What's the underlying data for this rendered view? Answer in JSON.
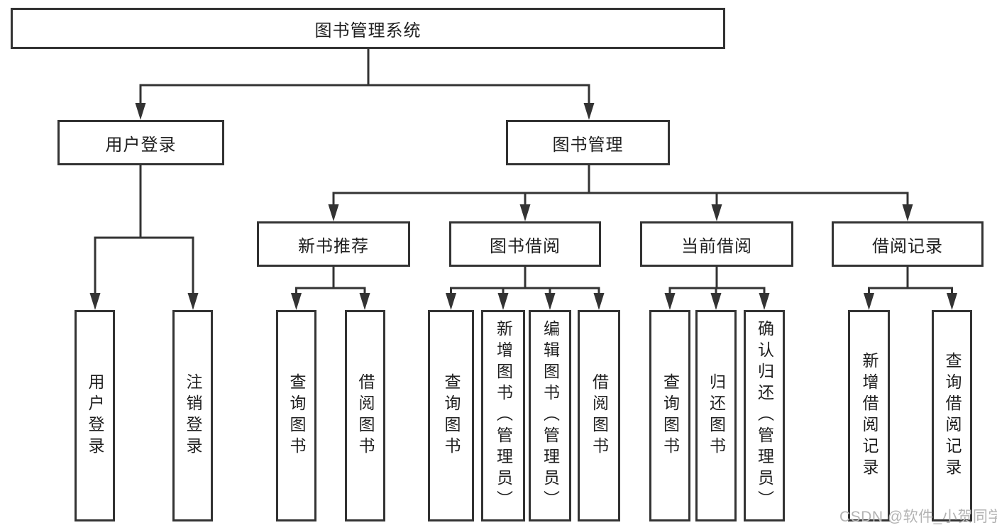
{
  "tree": {
    "root": "图书管理系统",
    "branches": [
      {
        "label": "用户登录",
        "leaves": [
          "用户登录",
          "注销登录"
        ]
      },
      {
        "label": "图书管理",
        "groups": [
          {
            "label": "新书推荐",
            "leaves": [
              "查询图书",
              "借阅图书"
            ]
          },
          {
            "label": "图书借阅",
            "leaves": [
              "查询图书",
              "新增图书（管理员）",
              "编辑图书（管理员）",
              "借阅图书"
            ]
          },
          {
            "label": "当前借阅",
            "leaves": [
              "查询图书",
              "归还图书",
              "确认归还（管理员）"
            ]
          },
          {
            "label": "借阅记录",
            "leaves": [
              "新增借阅记录",
              "查询借阅记录"
            ]
          }
        ]
      }
    ]
  },
  "watermark": "CSDN @软件_小贺同学",
  "colors": {
    "line": "#333333",
    "text": "#1f1f1f",
    "watermark": "#b3b3b3",
    "background": "#ffffff"
  }
}
